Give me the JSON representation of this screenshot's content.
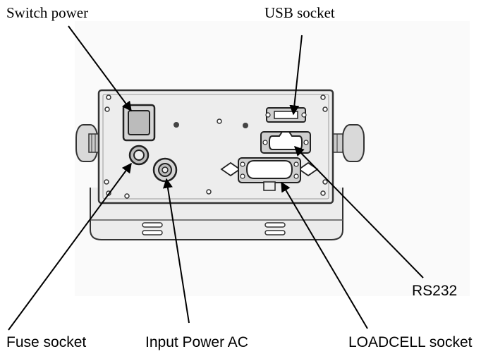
{
  "labels": {
    "switch_power": "Switch power",
    "usb_socket": "USB socket",
    "rs232": "RS232",
    "fuse_socket": "Fuse socket",
    "input_power_ac": "Input Power AC",
    "loadcell_socket": "LOADCELL socket"
  },
  "colors": {
    "ink": "#000000",
    "panel_fill": "#ededed",
    "panel_stroke": "#333333",
    "background": "#ffffff"
  }
}
